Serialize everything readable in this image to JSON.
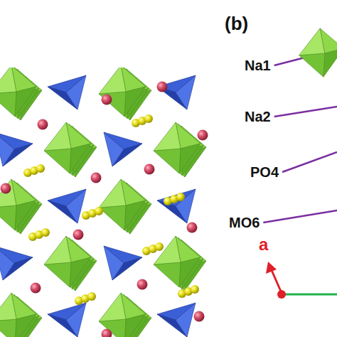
{
  "diagram": {
    "labels": [
      "(b)",
      "Na1",
      "Na2",
      "PO4",
      "MO6",
      "a"
    ]
  }
}
